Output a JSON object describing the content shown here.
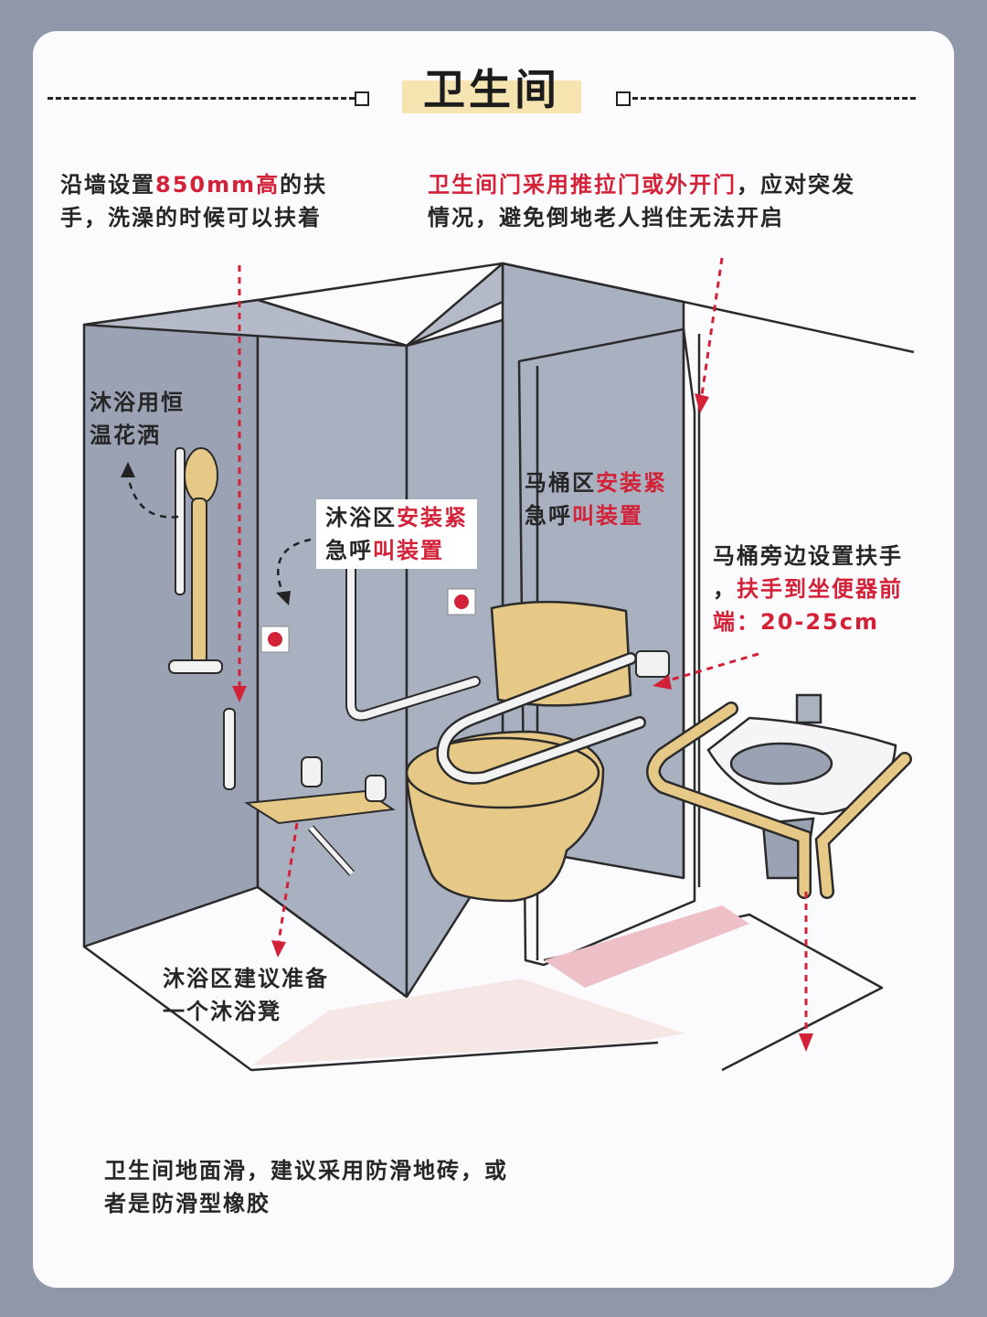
{
  "title": "卫生间",
  "notes": {
    "handrail_height": {
      "part1": "沿墙设置",
      "highlight": "850mm高",
      "part2": "的扶",
      "line2": "手，洗澡的时候可以扶着"
    },
    "door": {
      "highlight": "卫生间门采用推拉门或外开门",
      "part2": "，应对突发",
      "line2": "情况，避免倒地老人挡住无法开启"
    },
    "shower_head": {
      "line1": "沐浴用恒",
      "line2": "温花洒"
    },
    "shower_alarm": {
      "part1": "沐浴区",
      "highlight1": "安装紧",
      "line2a": "急呼",
      "highlight2": "叫装置"
    },
    "toilet_alarm": {
      "part1": "马桶区",
      "highlight1": "安装紧",
      "line2a": "急呼",
      "highlight2": "叫装置"
    },
    "toilet_handrail": {
      "line1": "马桶旁边设置扶手",
      "prefix": "，",
      "highlight": "扶手到坐便器前",
      "line3a": "端：20-25cm"
    },
    "shower_stool": {
      "line1": "沐浴区建议准备",
      "line2": "一个沐浴凳"
    },
    "floor": {
      "line1": "卫生间地面滑，建议采用防滑地砖，或",
      "line2": "者是防滑型橡胶"
    }
  },
  "colors": {
    "wall": "#a9b0c0",
    "wall_dark": "#9aa2b4",
    "fixture": "#e7c987",
    "accent_red": "#d32238",
    "handrail": "#f2f2f2",
    "floor_mat": "#f6e6e6",
    "drain_strip": "#ecc0c6"
  },
  "icons": [
    "emergency-button-icon",
    "dashed-arrow-icon"
  ]
}
